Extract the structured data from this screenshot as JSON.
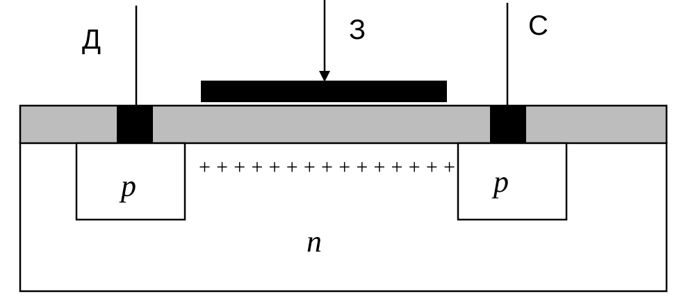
{
  "labels": {
    "drain": "Д",
    "gate": "З",
    "source": "С",
    "p_left": "p",
    "p_right": "p",
    "substrate": "n",
    "channel_charge": "+++++++++++++++"
  },
  "colors": {
    "oxide": "#bdbdbd",
    "metal": "#000000",
    "outline": "#000000",
    "background": "#ffffff"
  }
}
